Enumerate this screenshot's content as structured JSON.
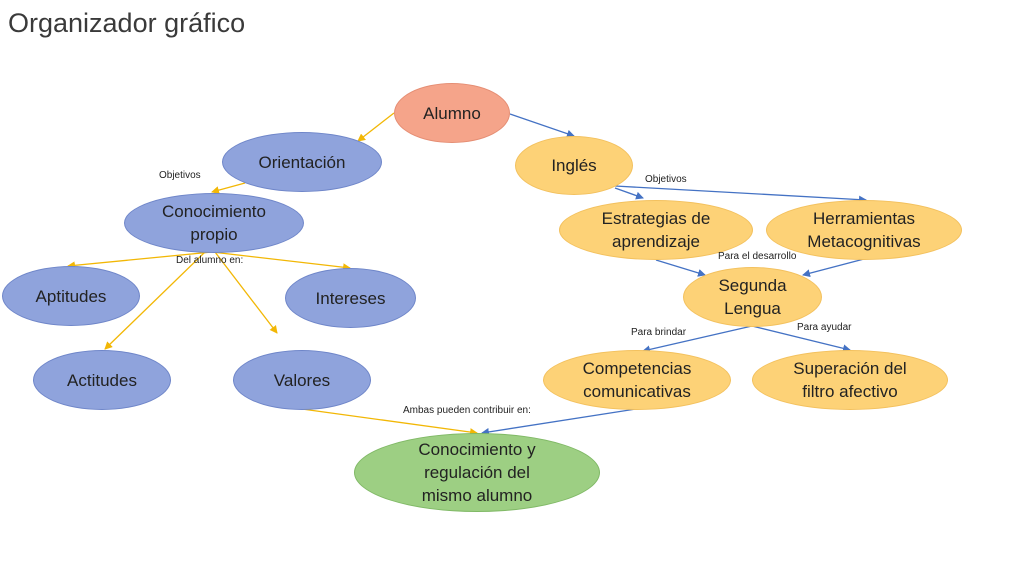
{
  "title": "Organizador gráfico",
  "nodes": {
    "alumno": "Alumno",
    "orientacion": "Orientación",
    "ingles": "Inglés",
    "conocimiento_propio": "Conocimiento propio",
    "aptitudes": "Aptitudes",
    "intereses": "Intereses",
    "actitudes": "Actitudes",
    "valores": "Valores",
    "estrategias": "Estrategias de aprendizaje",
    "herramientas": "Herramientas Metacognitivas",
    "segunda_lengua": "Segunda Lengua",
    "competencias": "Competencias comunicativas",
    "superacion": "Superación del filtro afectivo",
    "conocimiento_regulacion": "Conocimiento y regulación del mismo alumno"
  },
  "labels": {
    "objetivos_left": "Objetivos",
    "objetivos_right": "Objetivos",
    "del_alumno_en": "Del alumno en:",
    "para_el_desarrollo": "Para el desarrollo",
    "para_brindar": "Para brindar",
    "para_ayudar": "Para ayudar",
    "ambas": "Ambas pueden contribuir en:"
  },
  "colors": {
    "blue_fill": "#8fa3dc",
    "orange_fill": "#f5a48a",
    "yellow_fill": "#fdd277",
    "green_fill": "#9dcf83",
    "yellow_arrow": "#f2b705",
    "blue_arrow": "#4472c4"
  }
}
